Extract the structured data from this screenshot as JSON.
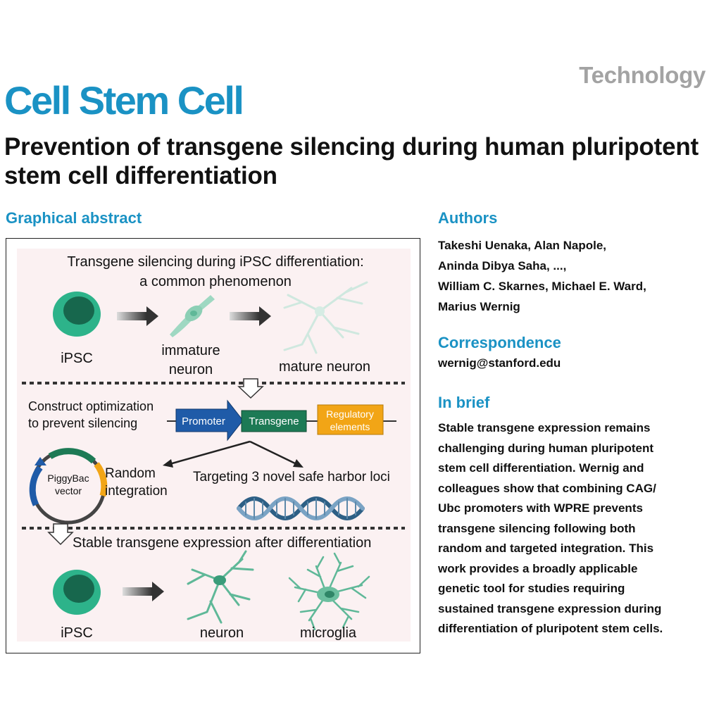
{
  "header": {
    "section_tag": "Technology",
    "journal": "Cell Stem Cell",
    "title": "Prevention of transgene silencing during human pluripotent stem cell differentiation"
  },
  "graphical_abstract": {
    "heading": "Graphical abstract",
    "top_title_1": "Transgene silencing during iPSC differentiation:",
    "top_title_2": "a common phenomenon",
    "ipsc": "iPSC",
    "immature_1": "immature",
    "immature_2": "neuron",
    "mature": "mature neuron",
    "construct_1": "Construct optimization",
    "construct_2": "to prevent silencing",
    "promoter": "Promoter",
    "transgene": "Transgene",
    "regulatory_1": "Regulatory",
    "regulatory_2": "elements",
    "piggybac_1": "PiggyBac",
    "piggybac_2": "vector",
    "random_1": "Random",
    "random_2": "integration",
    "targeting": "Targeting 3 novel safe harbor loci",
    "stable": "Stable transgene expression after differentiation",
    "ipsc_bottom": "iPSC",
    "neuron": "neuron",
    "microglia": "microglia",
    "colors": {
      "panel_bg": "#fbf1f2",
      "cell_fill": "#2db38a",
      "cell_nucleus": "#17674d",
      "promoter": "#1f5ba8",
      "transgene": "#1d7a55",
      "regulatory": "#f2a516",
      "dna": "#2d5f85"
    }
  },
  "authors": {
    "heading": "Authors",
    "line1": "Takeshi Uenaka, Alan Napole,",
    "line2": "Aninda Dibya Saha, ...,",
    "line3": "William C. Skarnes, Michael E. Ward,",
    "line4": "Marius Wernig"
  },
  "correspondence": {
    "heading": "Correspondence",
    "email": "wernig@stanford.edu"
  },
  "in_brief": {
    "heading": "In brief",
    "lines": [
      "Stable transgene expression remains",
      "challenging during human pluripotent",
      "stem cell differentiation. Wernig and",
      "colleagues show that combining CAG/",
      "Ubc promoters with WPRE prevents",
      "transgene silencing following both",
      "random and targeted integration. This",
      "work provides a broadly applicable",
      "genetic tool for studies requiring",
      "sustained transgene expression during",
      "differentiation of pluripotent stem cells."
    ]
  }
}
